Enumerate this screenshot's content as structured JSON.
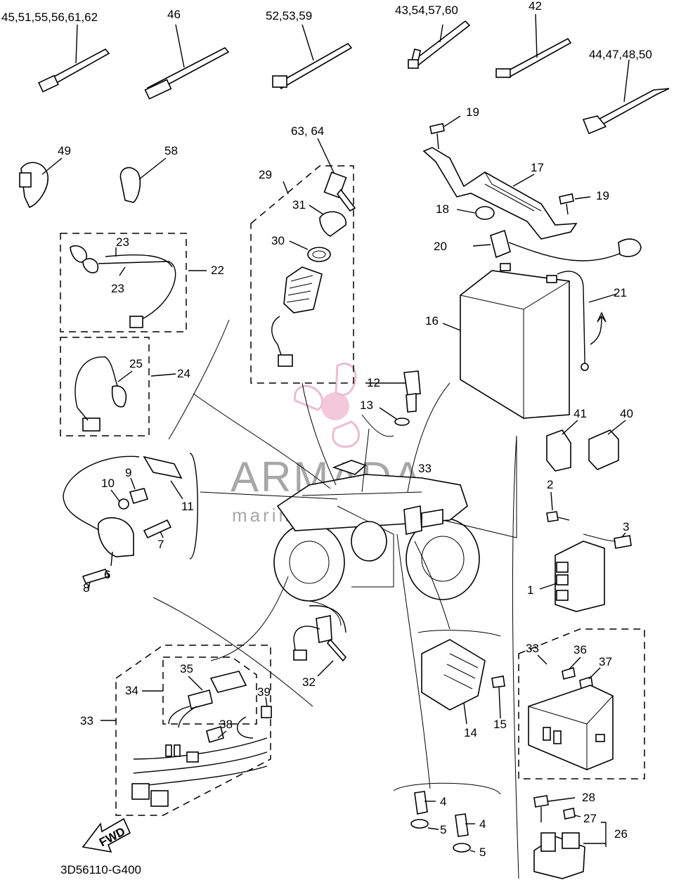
{
  "diagram": {
    "code": "3D56110-G400",
    "fwd_label": "FWD",
    "watermark": {
      "brand": "ARMADA",
      "tagline": "marine outdoor"
    },
    "callouts": {
      "c45": "45,51,55,56,61,62",
      "c46": "46",
      "c52": "52,53,59",
      "c43": "43,54,57,60",
      "c42": "42",
      "c44": "44,47,48,50",
      "c49": "49",
      "c58": "58",
      "c63": "63, 64",
      "c29": "29",
      "c31": "31",
      "c30": "30",
      "c19a": "19",
      "c17": "17",
      "c19b": "19",
      "c18": "18",
      "c20": "20",
      "c21": "21",
      "c16": "16",
      "c23a": "23",
      "c23b": "23",
      "c22": "22",
      "c25": "25",
      "c24": "24",
      "c12": "12",
      "c13": "13",
      "c41": "41",
      "c40": "40",
      "c9": "9",
      "c10": "10",
      "c11": "11",
      "c7": "7",
      "c8": "8",
      "c6": "6",
      "c33a": "33",
      "c2": "2",
      "c3": "3",
      "c1": "1",
      "c32": "32",
      "c33b": "33",
      "c36": "36",
      "c37": "37",
      "c35": "35",
      "c34": "34",
      "c39": "39",
      "c33c": "33",
      "c38": "38",
      "c14": "14",
      "c15": "15",
      "c4a": "4",
      "c5a": "5",
      "c4b": "4",
      "c5b": "5",
      "c28": "28",
      "c27": "27",
      "c26": "26"
    }
  }
}
